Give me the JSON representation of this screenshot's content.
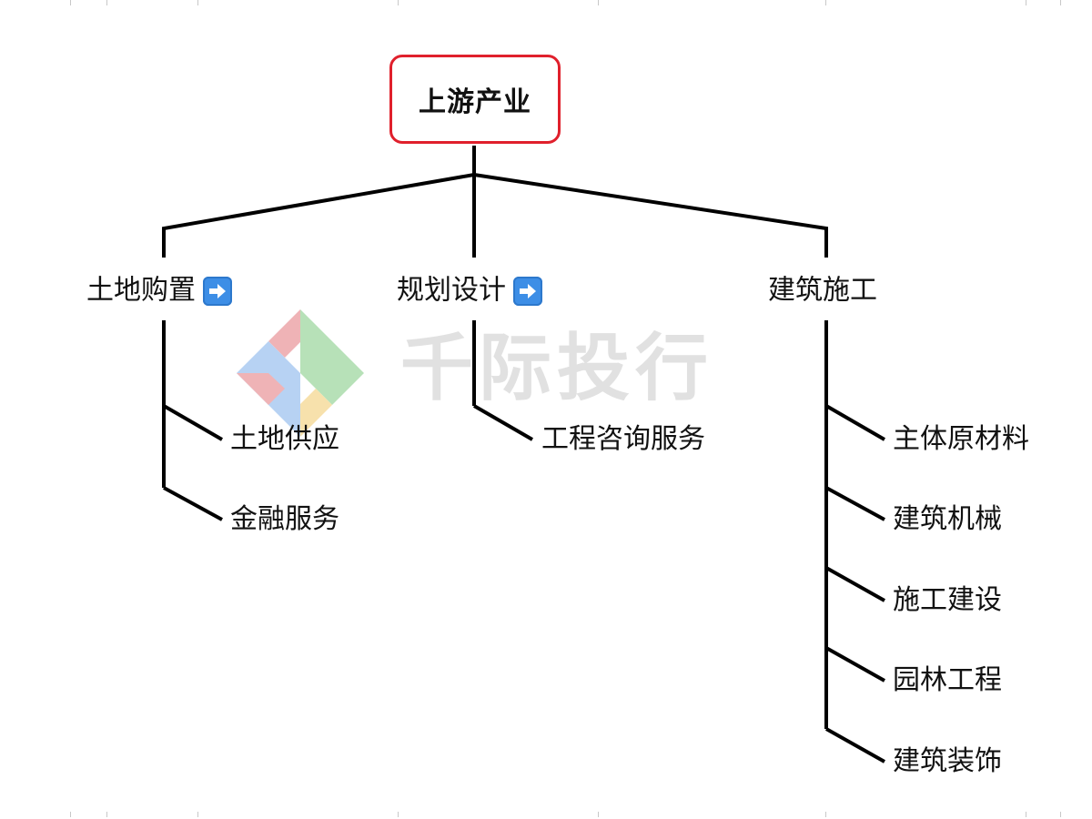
{
  "diagram": {
    "root": {
      "label": "上游产业",
      "border_color": "#e0202c"
    },
    "branches": [
      {
        "label": "土地购置",
        "link_icon": "right-arrow-icon",
        "children": [
          "土地供应",
          "金融服务"
        ]
      },
      {
        "label": "规划设计",
        "link_icon": "right-arrow-icon",
        "children": [
          "工程咨询服务"
        ]
      },
      {
        "label": "建筑施工",
        "link_icon": "",
        "children": [
          "主体原材料",
          "建筑机械",
          "施工建设",
          "园林工程",
          "建筑装饰"
        ]
      }
    ]
  },
  "watermark": {
    "text": "千际投行",
    "logo_colors": [
      "#e6868a",
      "#8ccf8e",
      "#8cb8ec",
      "#f3cf7a"
    ]
  }
}
